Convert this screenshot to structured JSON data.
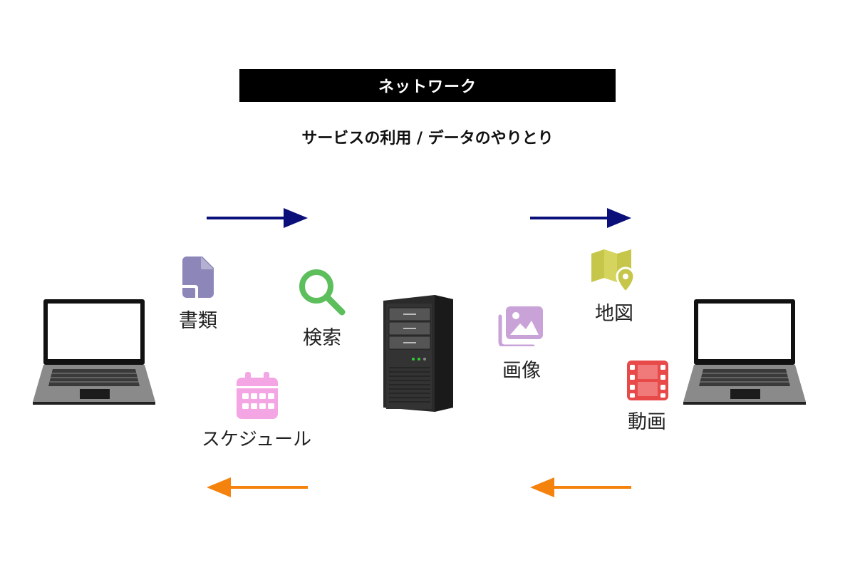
{
  "title": "ネットワーク",
  "subtitle": "サービスの利用 / データのやりとり",
  "items": {
    "documents": {
      "label": "書類",
      "icon": "document-icon",
      "color": "#8d86b8"
    },
    "search": {
      "label": "検索",
      "icon": "search-icon",
      "color": "#5cbf5c"
    },
    "schedule": {
      "label": "スケジュール",
      "icon": "calendar-icon",
      "color": "#f4a6e4"
    },
    "images": {
      "label": "画像",
      "icon": "images-icon",
      "color": "#c9a3d8"
    },
    "map": {
      "label": "地図",
      "icon": "map-pin-icon",
      "color": "#c6c64a"
    },
    "video": {
      "label": "動画",
      "icon": "film-icon",
      "color": "#e84a4a"
    }
  },
  "colors": {
    "arrow_request": "#0a0f7a",
    "arrow_response": "#f5820d"
  }
}
